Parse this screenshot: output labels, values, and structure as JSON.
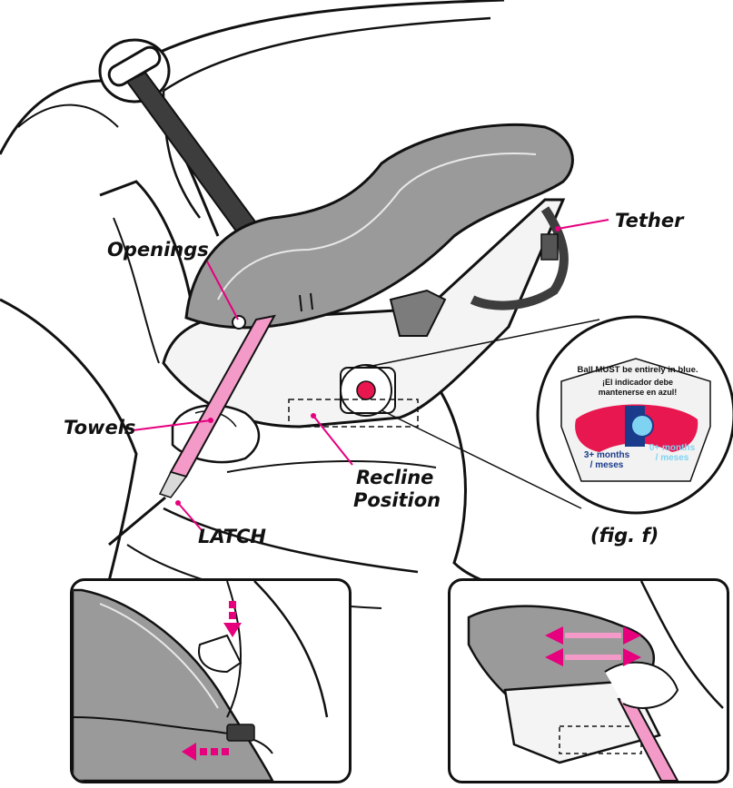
{
  "callouts": {
    "openings": "Openings",
    "tether": "Tether",
    "towels": "Towels",
    "recline_line1": "Recline",
    "recline_line2": "Position",
    "latch": "LATCH",
    "figure": "(fig. f)"
  },
  "indicator": {
    "warning_en": "Ball MUST be entirely in blue.",
    "warning_es_line1": "¡El indicador debe",
    "warning_es_line2": "mantenerse en azul!",
    "zone_left_line1": "3+ months",
    "zone_left_line2": "/ meses",
    "zone_right_line1": "0+ months",
    "zone_right_line2": "/ meses"
  },
  "colors": {
    "accent_magenta": "#e6007e",
    "strap_pink": "#f49ac8",
    "seat_gray": "#9a9a9a",
    "indicator_red": "#e8174f",
    "indicator_blue": "#1a3a8c",
    "ball_light_blue": "#7fd3f2"
  },
  "icons": [
    "pink-arrow-icon",
    "pink-expand-arrows-icon"
  ]
}
